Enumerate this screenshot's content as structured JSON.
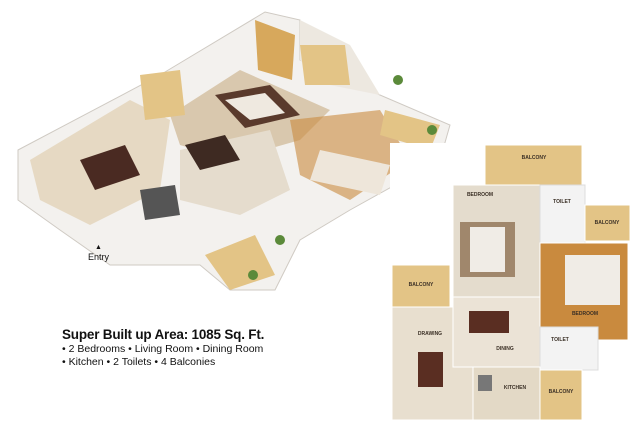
{
  "summary": {
    "title": "Super Built up Area: 1085 Sq. Ft.",
    "features_line1": "• 2 Bedrooms • Living Room • Dining Room",
    "features_line2": "• Kitchen • 2 Toilets • 4 Balconies"
  },
  "isometric_view": {
    "entry_label": "Entry",
    "entry_arrow": "▲"
  },
  "floor_plan": {
    "rooms": [
      {
        "name": "BALCONY",
        "type": "balcony"
      },
      {
        "name": "BEDROOM",
        "type": "bedroom"
      },
      {
        "name": "TOILET",
        "type": "toilet"
      },
      {
        "name": "BALCONY",
        "type": "balcony"
      },
      {
        "name": "BEDROOM",
        "type": "bedroom"
      },
      {
        "name": "BALCONY",
        "type": "balcony"
      },
      {
        "name": "DRAWING",
        "type": "drawing"
      },
      {
        "name": "DINING",
        "type": "dining"
      },
      {
        "name": "TOILET",
        "type": "toilet"
      },
      {
        "name": "KITCHEN",
        "type": "kitchen"
      },
      {
        "name": "BALCONY",
        "type": "balcony"
      }
    ]
  },
  "colors": {
    "balcony": "#e3c486",
    "floor": "#e8dfcf",
    "bedroom_wood": "#c98a3e",
    "wall": "#ffffff",
    "furniture_dark": "#5a2e22"
  }
}
